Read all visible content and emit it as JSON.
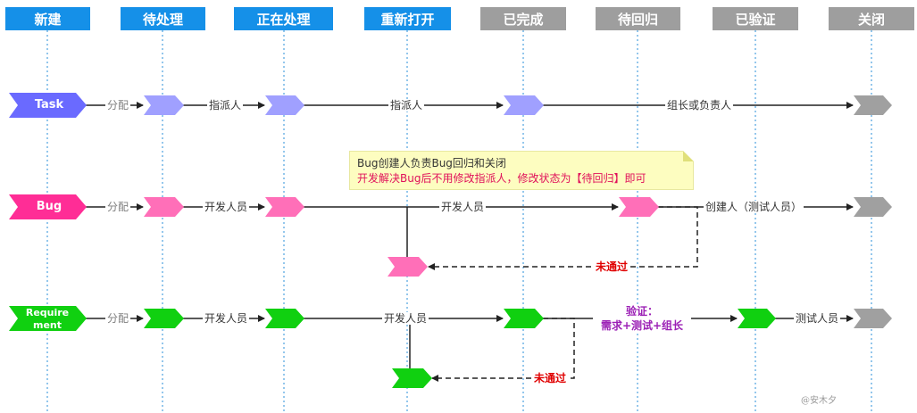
{
  "headers": [
    "新建",
    "待处理",
    "正在处理",
    "重新打开",
    "已完成",
    "待回归",
    "已验证",
    "关闭"
  ],
  "colors": {
    "header_blue": "#1590e8",
    "header_gray": "#9e9e9e",
    "task": "#6a6aff",
    "task_light": "#a0a0ff",
    "bug": "#ff2d96",
    "bug_light": "#ff6fb8",
    "requirement": "#10d010",
    "closed": "#a0a0a0",
    "divider": "#2a8fd8"
  },
  "rows": {
    "task": {
      "label": "Task",
      "assign": "分配",
      "a1": "指派人",
      "a2": "指派人",
      "a3": "组长或负责人"
    },
    "bug": {
      "label": "Bug",
      "assign": "分配",
      "a1": "开发人员",
      "a2": "开发人员",
      "a3": "创建人（测试人员）",
      "fail": "未通过"
    },
    "requirement": {
      "label_line1": "Require",
      "label_line2": "ment",
      "assign": "分配",
      "a1": "开发人员",
      "a2": "开发人员",
      "verify_line1": "验证：",
      "verify_line2": "需求+测试+组长",
      "a3": "测试人员",
      "fail": "未通过"
    }
  },
  "note": {
    "line1": "Bug创建人负责Bug回归和关闭",
    "line2": "开发解决Bug后不用修改指派人，修改状态为【待回归】即可"
  },
  "watermark": "@安木夕"
}
